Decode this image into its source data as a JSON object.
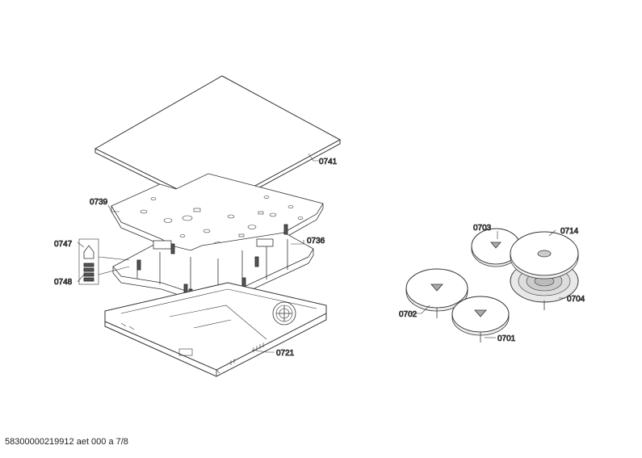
{
  "diagram": {
    "parts": {
      "p0741": "0741",
      "p0739": "0739",
      "p0736": "0736",
      "p0747": "0747",
      "p0748": "0748",
      "p0721": "0721",
      "p0703": "0703",
      "p0714": "0714",
      "p0702": "0702",
      "p0704": "0704",
      "p0701": "0701"
    }
  },
  "footer": {
    "doc_id": "58300000219912 aet 000 a 7/8"
  }
}
